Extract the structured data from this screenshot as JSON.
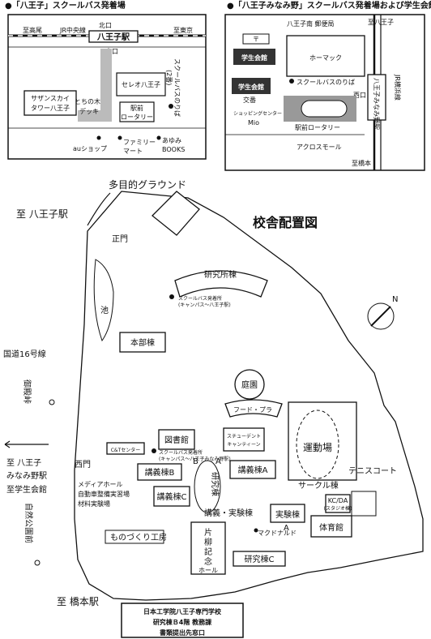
{
  "inset_left": {
    "heading": "●「八王子」スクールバス発着場",
    "north_exit": "北口",
    "to_takao": "至高尾",
    "jr_chuo": "JR中央線",
    "to_tokyo": "至東京",
    "station": "八王子駅",
    "south_exit": "南口",
    "southern_sky_1": "サザンスカイ",
    "southern_sky_2": "タワー八王子",
    "torinoki_1": "とちの木",
    "torinoki_2": "デッキ",
    "cereo": "セレオ八王子",
    "bus_stop_vertical": "スクールバスのりば",
    "bus_stop_num": "(2番)",
    "rotary_1": "駅前",
    "rotary_2": "ロータリー",
    "au_shop": "auショップ",
    "familymart_1": "ファミリー",
    "familymart_2": "マート",
    "ayumi_1": "あゆみ",
    "ayumi_2": "BOOKS"
  },
  "inset_right": {
    "heading": "●「八王子みなみ野」スクールバス発着場および学生会館",
    "post_office": "八王子南 郵便局",
    "to_hachioji": "至八王子",
    "post_mark": "〒",
    "student_hall_top": "学生会館",
    "homac": "ホーマック",
    "student_hall_mid": "学生会館",
    "bus_stop": "スクールバスのりば",
    "west_exit": "西口",
    "station_vertical": "八王子みなみ野駅",
    "jr_yokohama": "JR横浜線",
    "police": "交番",
    "mio_1": "ショッピングセンター",
    "mio_2": "Mio",
    "rotary": "駅前ロータリー",
    "across_mall": "アクロスモール",
    "to_hashimoto": "至橋本"
  },
  "campus": {
    "title": "校舎配置図",
    "to_hachioji_station": "至 八王子駅",
    "ground": "多目的グラウンド",
    "main_gate": "正門",
    "research_bldg": "研究所棟",
    "bus_stop_campus_1": "スクールバス発着所",
    "bus_stop_campus_2": "(キャンパス〜八王子駅)",
    "pond": "池",
    "headquarters": "本部棟",
    "route16": "国道16号線",
    "goten_toge": "御殿峠",
    "courtyard": "庭園",
    "food_plaza": "フード・プラ",
    "student_canteen_1": "スチューデント",
    "student_canteen_2": "キャンティーン",
    "library": "図書館",
    "ct_center": "C&Tセンター",
    "bus_stop_minami_1": "スクールバス発着所",
    "bus_stop_minami_2": "(キャンパス〜八王子みなみ野駅)",
    "lecture_b": "講義棟B",
    "point_b": "B",
    "point_a_top": "A",
    "lecture_a": "講義棟A",
    "field": "運動場",
    "to_minami_1": "至 八王子",
    "to_minami_2": "みなみ野駅",
    "to_minami_3": "至学生会館",
    "west_gate": "西門",
    "media_hall": "メディアホール",
    "auto_lab": "自動車整備実習場",
    "material_lab": "材料実験場",
    "lecture_c": "講義棟C",
    "research_vertical": "研究棟",
    "circle_bldg": "サークル棟",
    "tennis": "テニスコート",
    "kcda_1": "KC/DA",
    "kcda_2": "(スタジオ棟)",
    "jikken": "実験棟",
    "point_a_bottom": "A",
    "lecture_lab": "講義・実験棟",
    "monozukuri": "ものづくり工房",
    "nature_park": "自然公園前",
    "katayanagi_1": "片",
    "katayanagi_2": "柳",
    "katayanagi_3": "記",
    "katayanagi_4": "念",
    "katayanagi_5": "ホール",
    "mcdonalds": "マクドナルド",
    "gym": "体育館",
    "research_c": "研究棟C",
    "to_hashimoto": "至 橋本駅",
    "north_mark": "N",
    "office_1": "日本工学院八王子専門学校",
    "office_2": "研究棟Ｂ4階 教務課",
    "office_3": "書類提出先窓口"
  }
}
